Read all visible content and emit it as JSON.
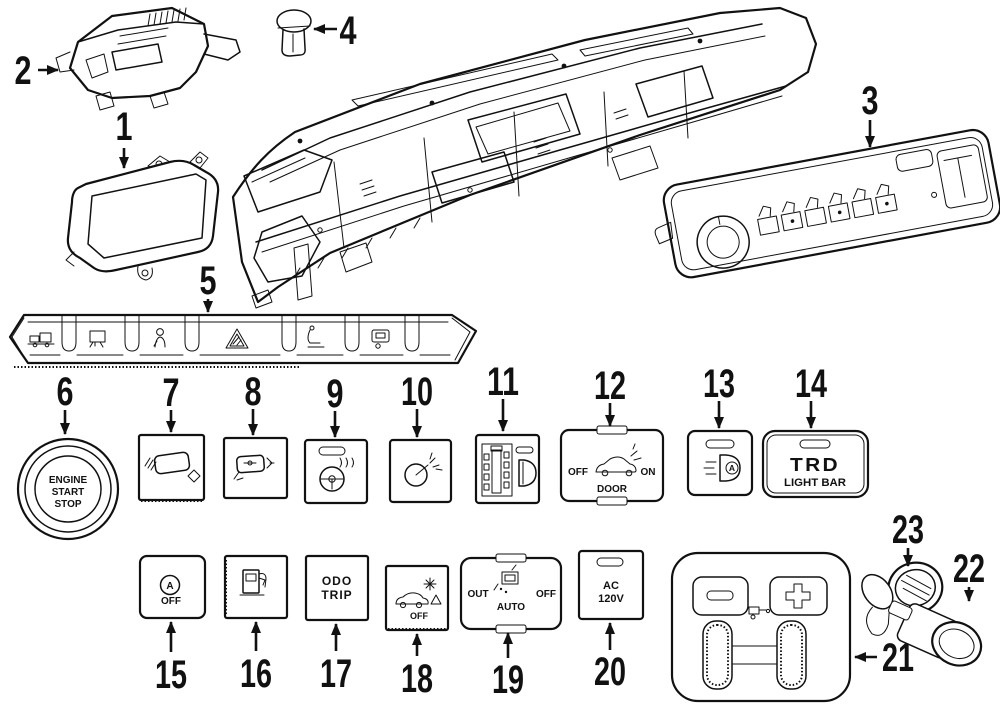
{
  "callouts": {
    "1": "1",
    "2": "2",
    "3": "3",
    "4": "4",
    "5": "5",
    "6": "6",
    "7": "7",
    "8": "8",
    "9": "9",
    "10": "10",
    "11": "11",
    "12": "12",
    "13": "13",
    "14": "14",
    "15": "15",
    "16": "16",
    "17": "17",
    "18": "18",
    "19": "19",
    "20": "20",
    "21": "21",
    "22": "22",
    "23": "23"
  },
  "switch_text": {
    "engine": {
      "l1": "ENGINE",
      "l2": "START",
      "l3": "STOP"
    },
    "dome": {
      "off": "OFF",
      "on": "ON",
      "door": "DOOR"
    },
    "ahb": {
      "letter": "A"
    },
    "trd": {
      "name": "TRD",
      "label": "LIGHT BAR"
    },
    "ss_off": {
      "letter": "A",
      "off": "OFF"
    },
    "odo": {
      "l1": "ODO",
      "l2": "TRIP"
    },
    "pcs": {
      "off": "OFF"
    },
    "rear_window": {
      "out": "OUT",
      "auto": "AUTO",
      "off": "OFF"
    },
    "ac_outlet": {
      "l1": "AC",
      "l2": "120V"
    }
  },
  "colors": {
    "ink": "#111111",
    "paper": "#ffffff"
  }
}
